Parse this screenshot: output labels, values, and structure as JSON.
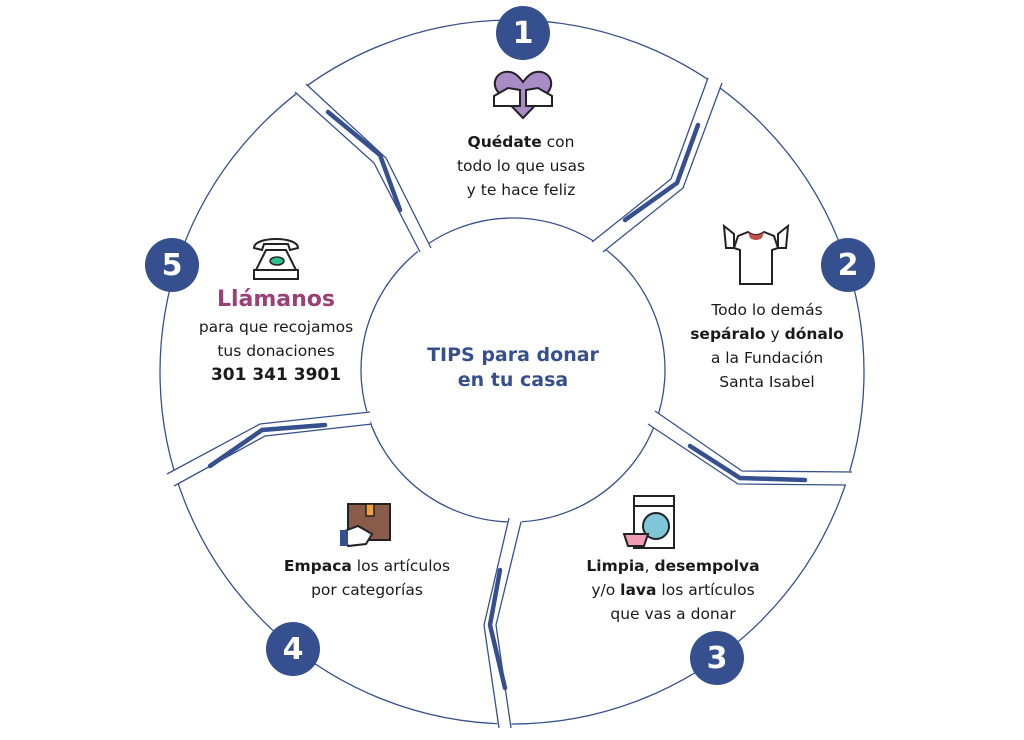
{
  "center_title": {
    "line1": "TIPS para donar",
    "line2": "en tu casa"
  },
  "colors": {
    "navy": "#36508f",
    "purple": "#9c3f77",
    "lilac": "#a98bc6"
  },
  "steps": [
    {
      "number": "1",
      "icon": "heart-hands-icon",
      "bold1": "Quédate",
      "text1": " con",
      "line2": "todo lo que usas",
      "line3": "y  te hace feliz"
    },
    {
      "number": "2",
      "icon": "shirt-hands-icon",
      "line1": "Todo lo demás",
      "bold1": "sepáralo",
      "mid": " y ",
      "bold2": "dónalo",
      "line3": "a la Fundación",
      "line4": "Santa Isabel"
    },
    {
      "number": "3",
      "icon": "washing-machine-icon",
      "bold1": "Limpia",
      "mid1": ", ",
      "bold2": "desempolva",
      "pre": "y/o ",
      "bold3": "lava",
      "post": " los artículos",
      "line3": "que vas a donar"
    },
    {
      "number": "4",
      "icon": "box-hand-icon",
      "bold1": "Empaca",
      "text1": " los artículos",
      "line2": "por categorías"
    },
    {
      "number": "5",
      "icon": "telephone-icon",
      "title": "Llámanos",
      "line2": "para que recojamos",
      "line3": "tus donaciones",
      "phone": "301 341 3901"
    }
  ]
}
